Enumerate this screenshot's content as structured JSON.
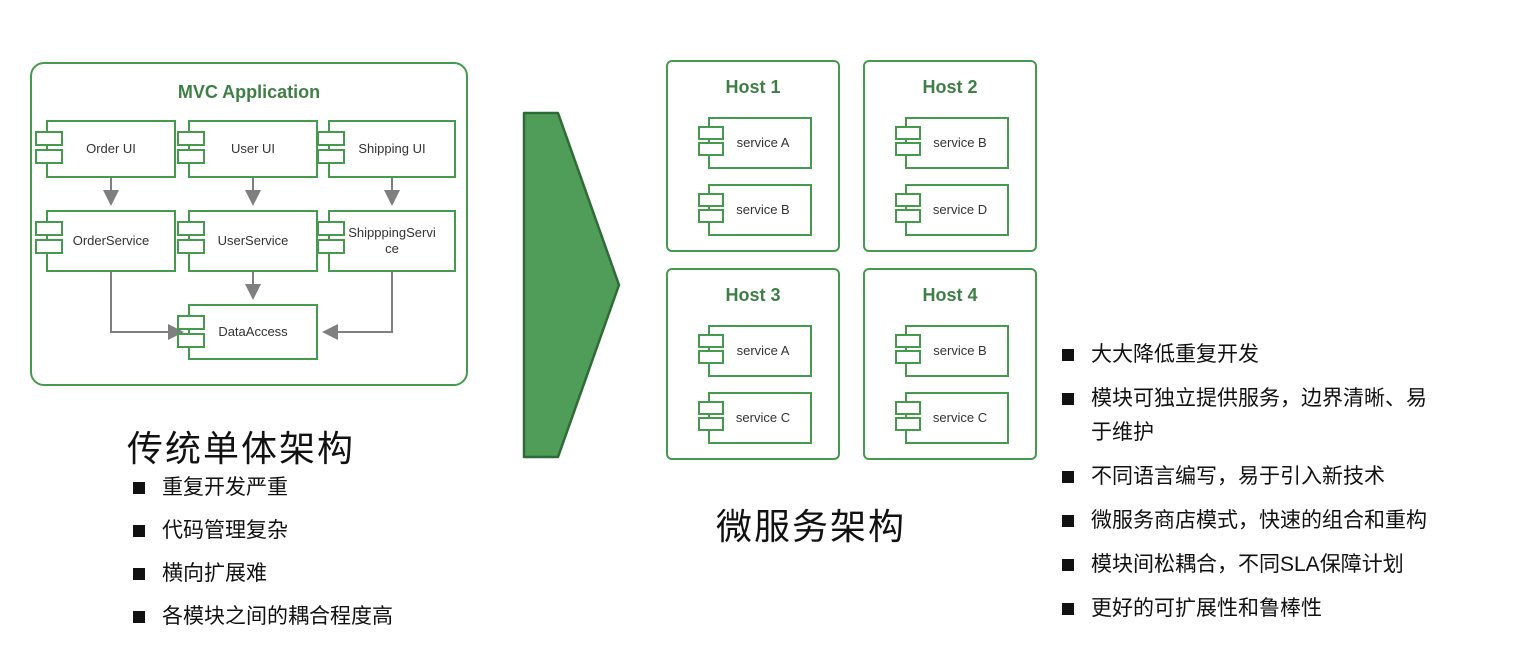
{
  "colors": {
    "border_green": "#459a4e",
    "heading_green": "#3e7f45",
    "big_arrow_fill": "#4f9d58",
    "big_arrow_border": "#2f6b36",
    "connector_gray": "#7f7f7f",
    "text_color": "#111111"
  },
  "mvc": {
    "title": "MVC Application",
    "components": {
      "order_ui": "Order UI",
      "user_ui": "User UI",
      "shipping_ui": "Shipping UI",
      "order_service": "OrderService",
      "user_service": "UserService",
      "shipping_service": "ShipppingService",
      "data_access": "DataAccess"
    }
  },
  "monolith": {
    "heading": "传统单体架构",
    "bullets": [
      "重复开发严重",
      "代码管理复杂",
      "横向扩展难",
      "各模块之间的耦合程度高"
    ]
  },
  "hosts": [
    {
      "title": "Host 1",
      "services": [
        "service A",
        "service B"
      ]
    },
    {
      "title": "Host 2",
      "services": [
        "service B",
        "service D"
      ]
    },
    {
      "title": "Host 3",
      "services": [
        "service A",
        "service C"
      ]
    },
    {
      "title": "Host 4",
      "services": [
        "service B",
        "service C"
      ]
    }
  ],
  "microservice": {
    "heading": "微服务架构",
    "bullets": [
      "大大降低重复开发",
      "模块可独立提供服务，边界清晰、易于维护",
      "不同语言编写，易于引入新技术",
      "微服务商店模式，快速的组合和重构",
      "模块间松耦合，不同SLA保障计划",
      "更好的可扩展性和鲁棒性"
    ]
  }
}
